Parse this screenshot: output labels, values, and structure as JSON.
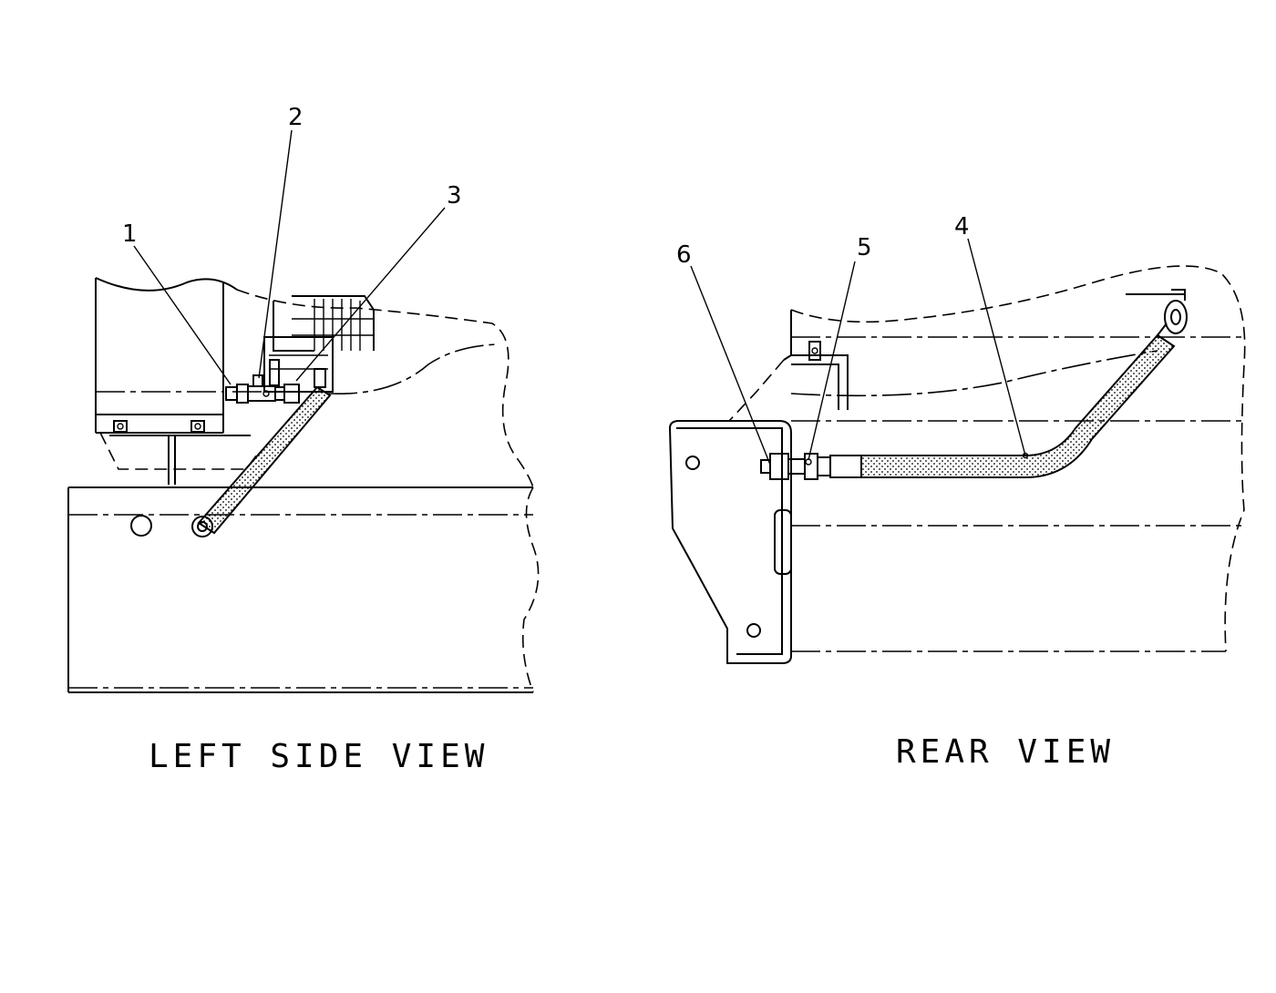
{
  "views": {
    "left_side": {
      "label": "LEFT SIDE VIEW"
    },
    "rear": {
      "label": "REAR VIEW"
    }
  },
  "callouts": {
    "c1": "1",
    "c2": "2",
    "c3": "3",
    "c4": "4",
    "c5": "5",
    "c6": "6"
  }
}
